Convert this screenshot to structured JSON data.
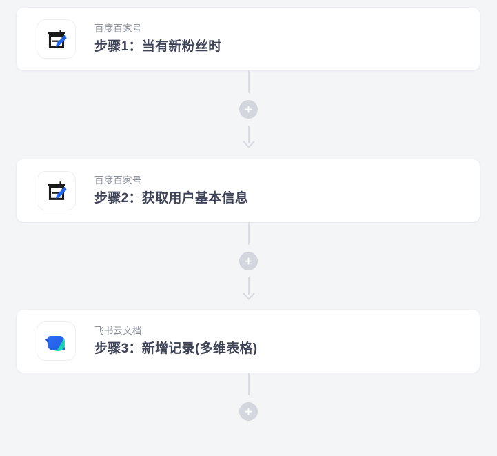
{
  "canvas": {
    "background_color": "#f4f5f7",
    "card_background": "#ffffff",
    "title_color": "#3e4357",
    "subtitle_color": "#8a8f9c",
    "connector_color": "#d9dce3",
    "plus_button_color": "#d3d6dd"
  },
  "steps": [
    {
      "app_name": "百度百家号",
      "title": "步骤1：当有新粉丝时",
      "icon": "baidu-baijiahao-icon"
    },
    {
      "app_name": "百度百家号",
      "title": "步骤2：获取用户基本信息",
      "icon": "baidu-baijiahao-icon"
    },
    {
      "app_name": "飞书云文档",
      "title": "步骤3：新增记录(多维表格)",
      "icon": "feishu-docs-icon"
    }
  ],
  "connectors": [
    {
      "icon": "plus-icon",
      "has_arrow": true
    },
    {
      "icon": "plus-icon",
      "has_arrow": true
    },
    {
      "icon": "plus-icon",
      "has_arrow": false
    }
  ]
}
